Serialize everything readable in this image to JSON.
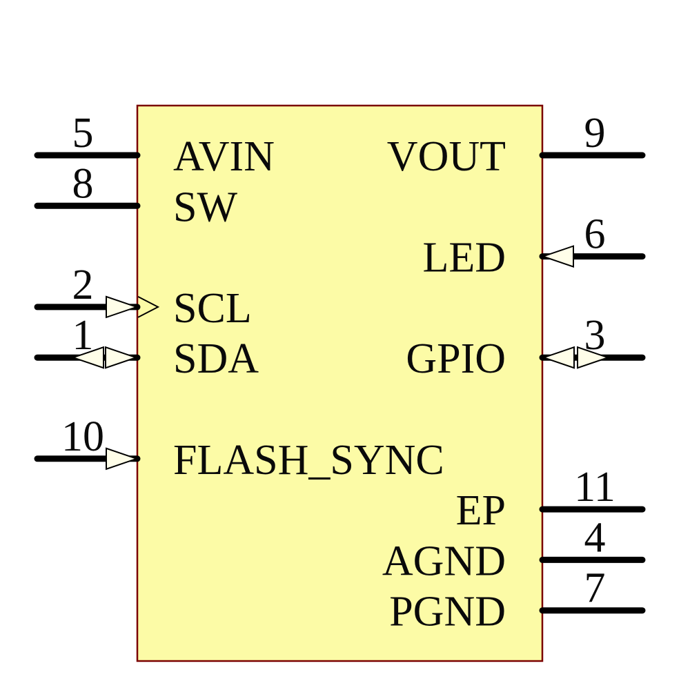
{
  "diagram": {
    "kind": "schematic-symbol",
    "body": {
      "fill_color": "#FCFBA6",
      "border_color": "#7A0000"
    },
    "colors": {
      "pin_line": "#000000",
      "text": "#0a0a0a",
      "arrow_fill": "#FFFEE9",
      "arrow_stroke": "#000000",
      "background": "#FFFFFF"
    },
    "pins": [
      {
        "name": "AVIN",
        "number": "5",
        "side": "left",
        "row": 0,
        "type": "plain"
      },
      {
        "name": "SW",
        "number": "8",
        "side": "left",
        "row": 1,
        "type": "plain"
      },
      {
        "name": "SCL",
        "number": "2",
        "side": "left",
        "row": 3,
        "type": "input-clock"
      },
      {
        "name": "SDA",
        "number": "1",
        "side": "left",
        "row": 4,
        "type": "bidirectional"
      },
      {
        "name": "FLASH_SYNC",
        "number": "10",
        "side": "left",
        "row": 6,
        "type": "input"
      },
      {
        "name": "VOUT",
        "number": "9",
        "side": "right",
        "row": 0,
        "type": "plain"
      },
      {
        "name": "LED",
        "number": "6",
        "side": "right",
        "row": 2,
        "type": "input"
      },
      {
        "name": "GPIO",
        "number": "3",
        "side": "right",
        "row": 4,
        "type": "bidirectional"
      },
      {
        "name": "EP",
        "number": "11",
        "side": "right",
        "row": 7,
        "type": "plain"
      },
      {
        "name": "AGND",
        "number": "4",
        "side": "right",
        "row": 8,
        "type": "plain"
      },
      {
        "name": "PGND",
        "number": "7",
        "side": "right",
        "row": 9,
        "type": "plain"
      }
    ]
  }
}
